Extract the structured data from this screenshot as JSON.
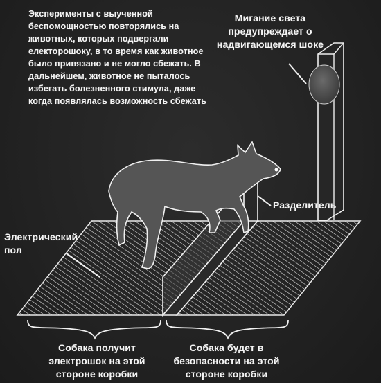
{
  "intro_text": "Эксперименты с выученной беспомощностью повторялись на животных, которых подвергали електорошоку, в то время как животное было привязано и не могло сбежать. В дальнейшем, животное не пыталось избегать болезненного стимула, даже когда появлялась возможность сбежать",
  "labels": {
    "light_warning": "Мигание света предупреждает о надвигающемся шоке",
    "divider": "Разделитель",
    "electric_floor": "Электрический пол"
  },
  "captions": {
    "shock_side": "Собака получит электрошок на этой стороне коробки",
    "safe_side": "Собака будет в безопасности на этой стороне коробки"
  },
  "colors": {
    "background": "#222222",
    "chalk": "#f0f0f0",
    "dog_fill": "#555555",
    "lamp_fill": "#4a4a4a"
  }
}
